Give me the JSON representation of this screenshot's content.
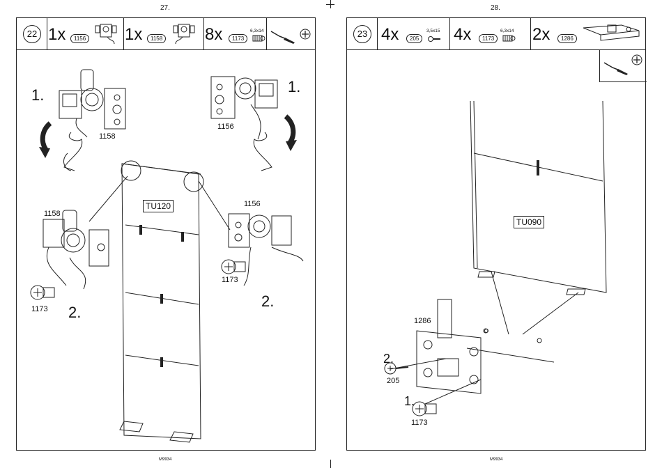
{
  "left_page": {
    "page_number": "27.",
    "footer": "M9934",
    "step": "22",
    "parts": [
      {
        "qty": "1x",
        "code": "1156"
      },
      {
        "qty": "1x",
        "code": "1158"
      },
      {
        "qty": "8x",
        "code": "1173",
        "size": "6,3x14"
      }
    ],
    "tool_icon": "screwdriver-icon",
    "labels": {
      "step1_left": "1.",
      "step1_right": "1.",
      "step2_left": "2.",
      "step2_right": "2.",
      "hinge_top_left": "1158",
      "hinge_top_right": "1156",
      "hinge_mid_left": "1158",
      "hinge_mid_right": "1156",
      "dowel_left": "1173",
      "dowel_right": "1173",
      "panel": "TU120"
    }
  },
  "right_page": {
    "page_number": "28.",
    "footer": "M9934",
    "step": "23",
    "parts": [
      {
        "qty": "4x",
        "code": "205",
        "size": "3,5x15"
      },
      {
        "qty": "4x",
        "code": "1173",
        "size": "6,3x14"
      },
      {
        "qty": "2x",
        "code": "1286"
      }
    ],
    "tool_icon": "screwdriver-icon",
    "labels": {
      "bracket": "1286",
      "step2": "2.",
      "screw": "205",
      "step1": "1.",
      "dowel": "1173",
      "panel": "TU090"
    }
  }
}
